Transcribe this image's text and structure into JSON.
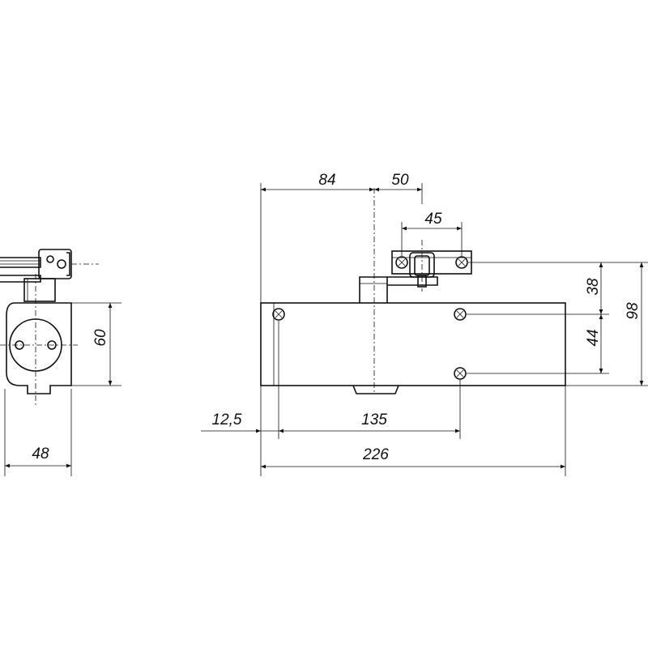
{
  "dimensions": {
    "side_height": "60",
    "side_width": "48",
    "top_84": "84",
    "top_50": "50",
    "top_45": "45",
    "right_38": "38",
    "right_44": "44",
    "right_98": "98",
    "left_offset": "12,5",
    "screw_spacing": "135",
    "total_length": "226"
  }
}
